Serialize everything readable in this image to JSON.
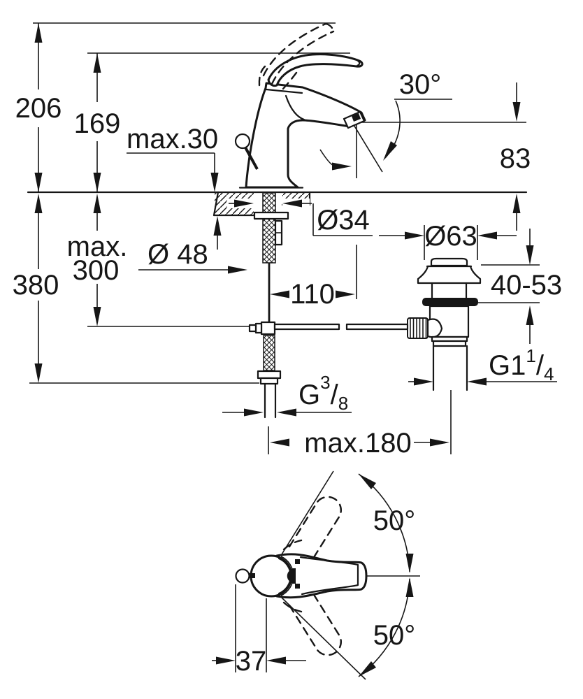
{
  "drawing": {
    "ink_color": "#161616",
    "background_color": "#ffffff"
  },
  "labels": {
    "height_total": "206",
    "height_lever": "169",
    "deck_max": "max.30",
    "spout_angle": "30°",
    "spout_height": "83",
    "depth_max_line1": "max.",
    "depth_max_line2": "300",
    "base_dia": "Ø 48",
    "hole_dia": "Ø34",
    "waste_dia": "Ø63",
    "clamp_range": "40-53",
    "supply_depth": "380",
    "outlet_offset": "110",
    "waste_thread_main": "G1",
    "waste_thread_num": "1",
    "waste_thread_slash": "/",
    "waste_thread_den": "4",
    "supply_thread_main": "G",
    "supply_thread_num": "3",
    "supply_thread_slash": "/",
    "supply_thread_den": "8",
    "reach_max": "max.180",
    "swivel_up": "50°",
    "swivel_down": "50°",
    "rod_offset": "37"
  }
}
